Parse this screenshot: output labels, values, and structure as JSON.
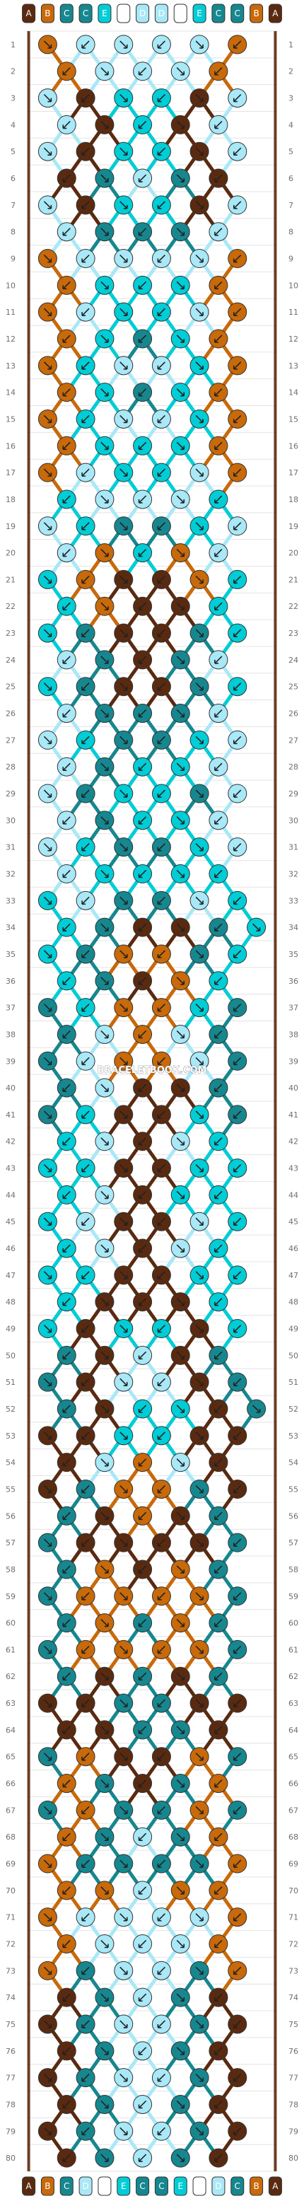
{
  "watermark": "BRACELETBOOK.COM",
  "colors": {
    "A": "#5a2a10",
    "B": "#c8690a",
    "C": "#16878f",
    "D": "#a9e8f7",
    "E": "#00cdd6",
    "F": "#ffffff"
  },
  "strings_top": [
    "A",
    "B",
    "C",
    "C",
    "E",
    "F",
    "D",
    "D",
    "F",
    "E",
    "C",
    "C",
    "B",
    "A"
  ],
  "strings_bottom": [
    "A",
    "B",
    "C",
    "D",
    "F",
    "E",
    "C",
    "C",
    "E",
    "F",
    "D",
    "C",
    "B",
    "A"
  ],
  "row_count": 80,
  "row_labels": [
    "1",
    "2",
    "3",
    "4",
    "5",
    "6",
    "7",
    "8",
    "9",
    "10",
    "11",
    "12",
    "13",
    "14",
    "15",
    "16",
    "17",
    "18",
    "19",
    "20",
    "21",
    "22",
    "23",
    "24",
    "25",
    "26",
    "27",
    "28",
    "29",
    "30",
    "31",
    "32",
    "33",
    "34",
    "35",
    "36",
    "37",
    "38",
    "39",
    "40",
    "41",
    "42",
    "43",
    "44",
    "45",
    "46",
    "47",
    "48",
    "49",
    "50",
    "51",
    "52",
    "53",
    "54",
    "55",
    "56",
    "57",
    "58",
    "59",
    "60",
    "61",
    "62",
    "63",
    "64",
    "65",
    "66",
    "67",
    "68",
    "69",
    "70",
    "71",
    "72",
    "73",
    "74",
    "75",
    "76",
    "77",
    "78",
    "79",
    "80"
  ],
  "knot_rows": [
    "BDDDDB",
    "BDDDB",
    "DAEEAD",
    "DAEAD",
    "DAEEAD",
    "ACDCA",
    "DAEEAD",
    "DCCCD",
    "BDDDDB",
    "BEEEB",
    "BDEEDB",
    "BECEB",
    "BEDDEB",
    "BECEB",
    "BEDDEB",
    "BEEEB",
    "BDEEDB",
    "EDDDE",
    "DECCED",
    "DBEBD",
    "EBAABE",
    "EBAAE",
    "ECAACE",
    "DCACD",
    "ECAACE",
    "DCCCD",
    "DECCED",
    "DCEED",
    "DCEECD",
    "DCEED",
    "DECCED",
    "DEEEE",
    "EDCCDE",
    "ECAACE",
    "ECBBCE",
    "ECABE",
    "CEBBEC",
    "CDBDC",
    "CDBBDC",
    "CDAAC",
    "CEAAEC",
    "EDADE",
    "EEAAEE",
    "EDAEE",
    "EDAADE",
    "EDADE",
    "EEAAEE",
    "EAAAE",
    "EAEEAE",
    "CADAC",
    "CADDAC",
    "CAEEAC",
    "AAEEAA",
    "ADBDA",
    "ACBBCA",
    "CABAC",
    "CAAAAC",
    "CBABC",
    "CBBBBC",
    "CBCBC",
    "CBBBBC",
    "CACAC",
    "AACCAA",
    "AACCA",
    "CBAABC",
    "BCACB",
    "CBCCBC",
    "BCDCB",
    "BCCCCB",
    "BBDBB",
    "BDDDDB",
    "BDDDB",
    "BCDDCB",
    "ACDCA",
    "ACDDCA",
    "ACDCA",
    "ACDDCA",
    "ACDCA",
    "ACDDCA",
    "ACDCA"
  ]
}
